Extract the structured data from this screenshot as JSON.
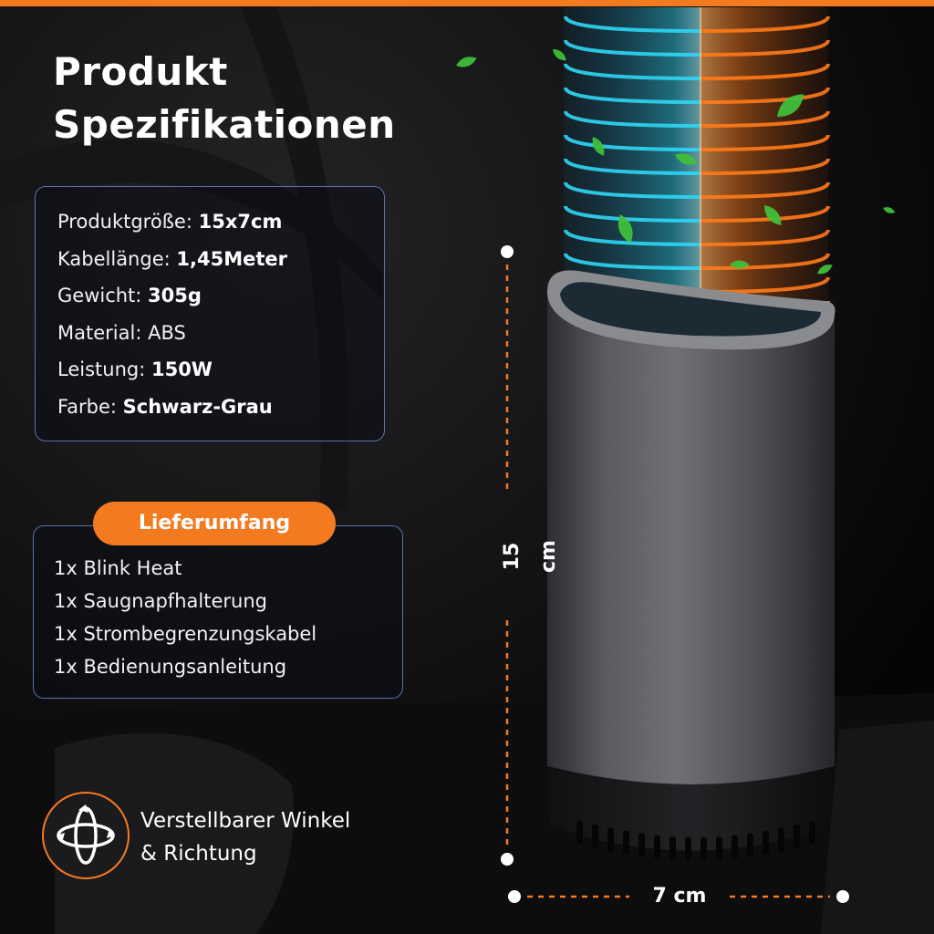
{
  "title": {
    "line1": "Produkt",
    "line2": "Spezifikationen"
  },
  "specs": [
    {
      "label": "Produktgröße: ",
      "value": "15x7cm"
    },
    {
      "label": "Kabellänge: ",
      "value": "1,45Meter"
    },
    {
      "label": "Gewicht: ",
      "value": "305g"
    },
    {
      "label": "Material: ",
      "value": "ABS"
    },
    {
      "label": "Leistung: ",
      "value": "150W"
    },
    {
      "label": "Farbe: ",
      "value": "Schwarz-Grau"
    }
  ],
  "delivery": {
    "badge": "Lieferumfang",
    "items": [
      "1x Blink Heat",
      "1x Saugnapfhalterung",
      "1x Strombegrenzungskabel",
      "1x Bedienungsanleitung"
    ]
  },
  "feature": {
    "icon": "rotate-arrows-icon",
    "line1": "Verstellbarer Winkel",
    "line2": "& Richtung"
  },
  "dimensions": {
    "height": "15 cm",
    "width": "7 cm"
  },
  "colors": {
    "accent": "#f47a1f",
    "box_border": "#5b74a8",
    "cool": "#2fd6f5",
    "hot": "#ff7a1a",
    "leaf": "#3fbf3a"
  }
}
